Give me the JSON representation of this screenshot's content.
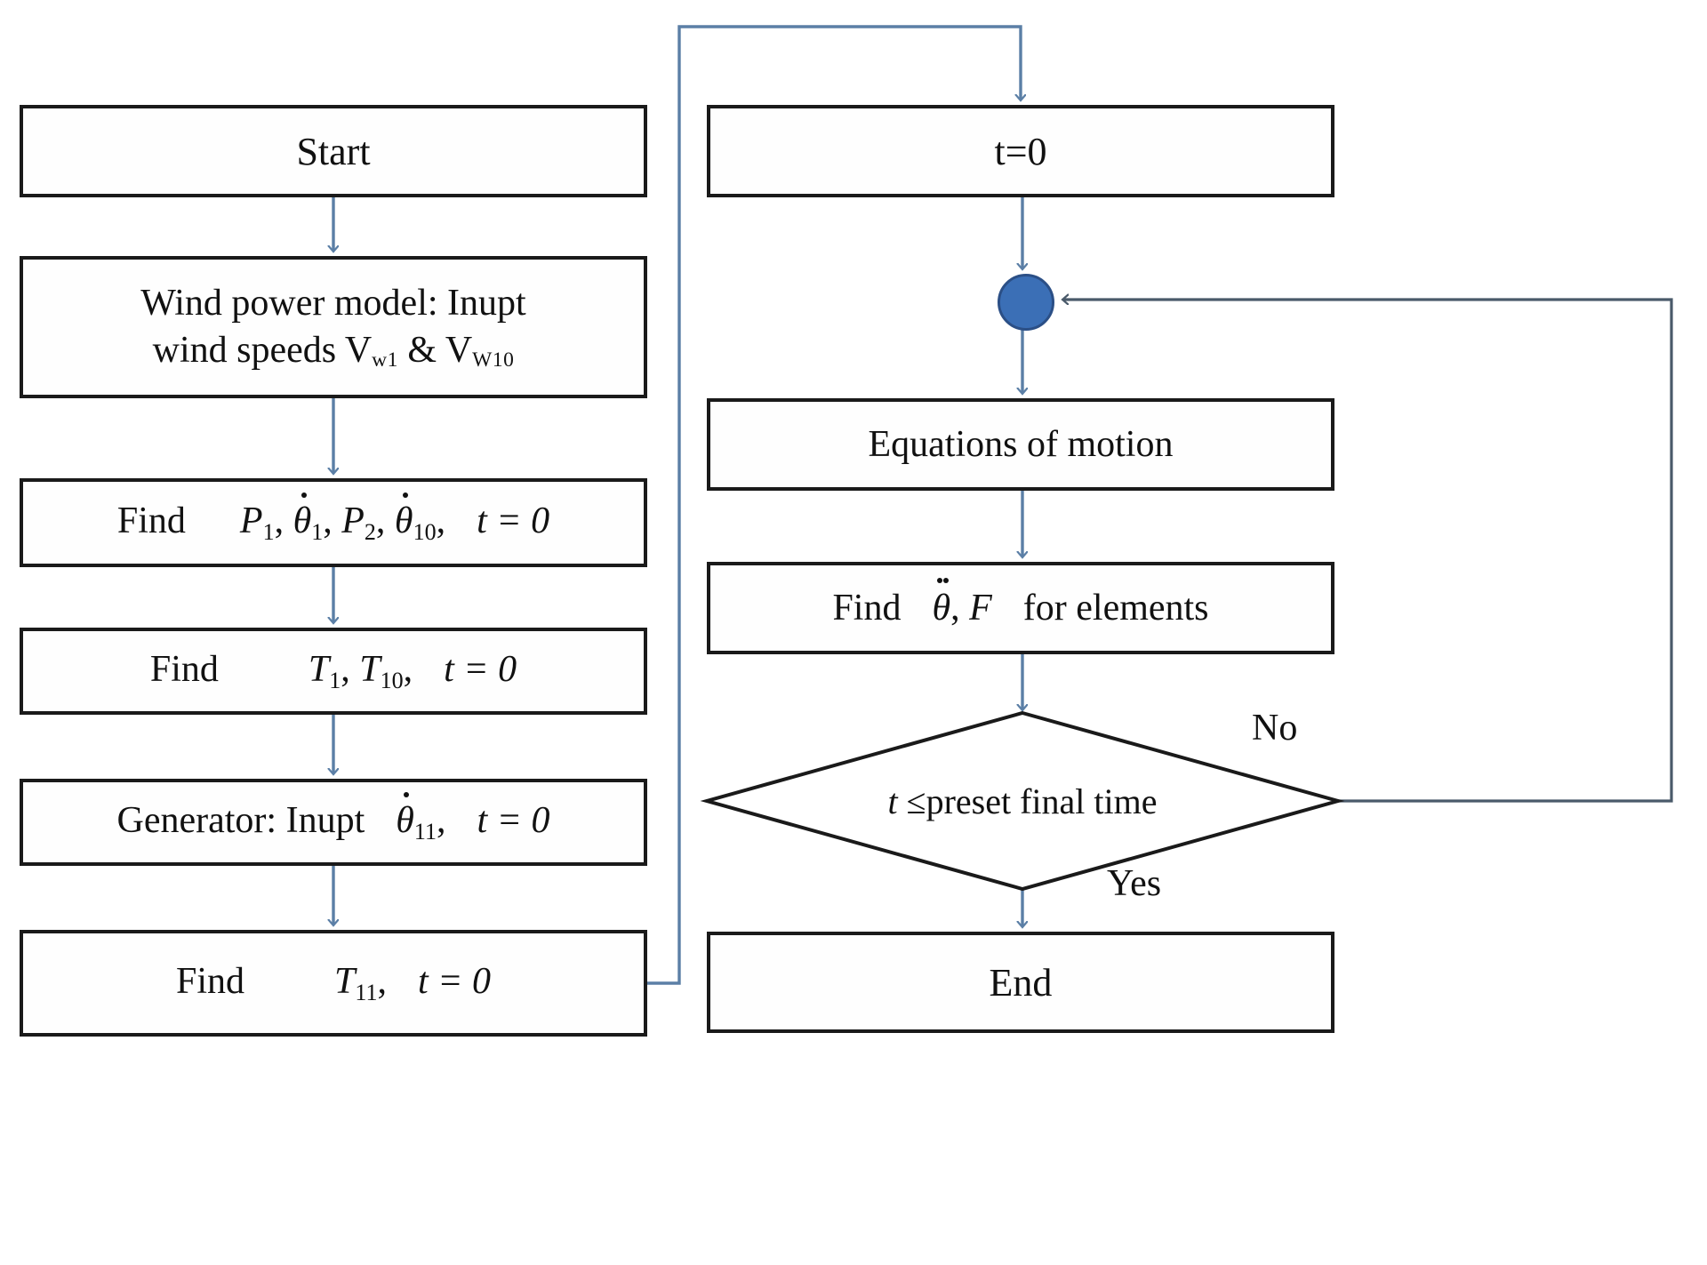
{
  "diagram": {
    "title": "Wind turbine drivetrain simulation flowchart",
    "colors": {
      "box_border": "#1a1a1a",
      "arrow": "#5b7fa6",
      "junction_fill": "#3b6fb6",
      "background": "#ffffff"
    }
  },
  "left_column": {
    "start": {
      "label": "Start"
    },
    "wind_model": {
      "line1": "Wind  power model:  Inupt",
      "line2_prefix": "wind  speeds V",
      "line2_sub1": "w1",
      "line2_amp": " & V",
      "line2_sub2": "W10"
    },
    "find_p": {
      "verb": "Find",
      "var1": "P",
      "var1_sub": "1",
      "var2": "θ",
      "var2_sub": "1",
      "var3": "P",
      "var3_sub": "2",
      "var4": "θ",
      "var4_sub": "10",
      "time": "t = 0",
      "sep": ","
    },
    "find_t": {
      "verb": "Find",
      "var1": "T",
      "var1_sub": "1",
      "var2": "T",
      "var2_sub": "10",
      "time": "t = 0",
      "sep": ","
    },
    "generator": {
      "verb": "Generator:  Inupt",
      "var": "θ",
      "var_sub": "11",
      "time": "t = 0",
      "sep": ","
    },
    "find_t11": {
      "verb": "Find",
      "var": "T",
      "var_sub": "11",
      "time": "t = 0",
      "sep": ","
    }
  },
  "right_column": {
    "t_zero": {
      "label": "t=0"
    },
    "junction": {
      "name": "merge-node"
    },
    "equations": {
      "label": "Equations  of motion"
    },
    "find_acc": {
      "verb": "Find",
      "var1": "θ",
      "sep": ",",
      "var2": "F",
      "suffix": "for  elements"
    },
    "decision": {
      "var": "t",
      "op": "≤",
      "text": "preset final time"
    },
    "end": {
      "label": "End"
    }
  },
  "edge_labels": {
    "no": "No",
    "yes": "Yes"
  }
}
